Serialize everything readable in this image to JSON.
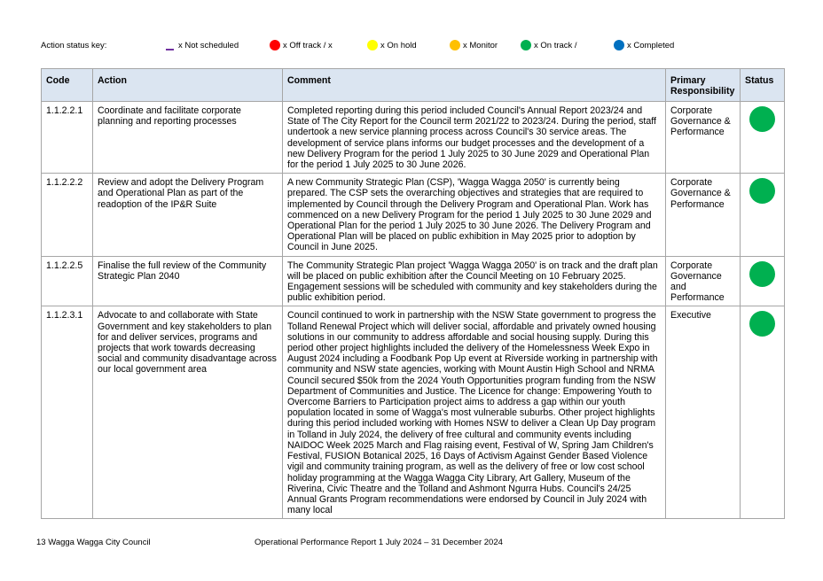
{
  "status_key": {
    "label": "Action status key:",
    "items": [
      {
        "label": "x Not scheduled",
        "color": "#7030a0",
        "shape": "dash"
      },
      {
        "label": "x Off track / x",
        "color": "#ff0000",
        "shape": "circle"
      },
      {
        "label": "x On hold",
        "color": "#ffff00",
        "shape": "circle"
      },
      {
        "label": "x Monitor",
        "color": "#ffc000",
        "shape": "circle"
      },
      {
        "label": "x On track /",
        "color": "#00b050",
        "shape": "circle"
      },
      {
        "label": "x Completed",
        "color": "#0070c0",
        "shape": "circle"
      }
    ]
  },
  "table": {
    "headers": {
      "code": "Code",
      "action": "Action",
      "comment": "Comment",
      "responsibility": "Primary Responsibility",
      "status": "Status"
    },
    "rows": [
      {
        "code": "1.1.2.2.1",
        "action": "Coordinate and facilitate corporate planning and reporting processes",
        "comment": "Completed reporting during this period included Council's Annual Report 2023/24 and State of The City Report for the Council term 2021/22 to 2023/24. During the period, staff undertook a new service planning process across Council's 30 service areas. The development of service plans informs our budget processes and the development of a new Delivery Program for the period 1 July 2025 to 30 June 2029 and Operational Plan for the period 1 July 2025 to 30 June 2026.",
        "responsibility": "Corporate Governance & Performance",
        "status_color": "#00b050"
      },
      {
        "code": "1.1.2.2.2",
        "action": "Review and adopt the Delivery Program and Operational Plan as part of the readoption of the IP&R Suite",
        "comment": "A new Community Strategic Plan (CSP), 'Wagga Wagga 2050' is currently being prepared. The CSP sets the overarching objectives and strategies that are required to implemented by Council through the Delivery Program and Operational Plan. Work has commenced on a new Delivery Program for the period 1 July 2025 to 30 June 2029 and Operational Plan for the period 1 July 2025 to 30 June 2026. The Delivery Program and Operational Plan will be placed on public exhibition in May 2025 prior to adoption by Council in June 2025.",
        "responsibility": "Corporate Governance & Performance",
        "status_color": "#00b050"
      },
      {
        "code": "1.1.2.2.5",
        "action": "Finalise the full review of the Community Strategic Plan 2040",
        "comment": "The Community Strategic Plan project 'Wagga Wagga 2050' is on track and the draft plan will be placed on public exhibition after the Council Meeting on 10 February 2025. Engagement sessions will be scheduled with community and key stakeholders during the public exhibition period.",
        "responsibility": "Corporate Governance and Performance",
        "status_color": "#00b050"
      },
      {
        "code": "1.1.2.3.1",
        "action": "Advocate to and collaborate with State Government and key stakeholders to plan for and deliver services, programs and projects that work towards decreasing social and community disadvantage across our local government area",
        "comment": "Council continued to work in partnership with the NSW State government to progress the Tolland Renewal Project which will deliver social, affordable and privately owned housing solutions in our community to address affordable and social housing supply. During this period other project highlights included the delivery of the Homelessness Week Expo in August 2024 including a Foodbank Pop Up event at Riverside working in partnership with community and NSW state agencies, working with Mount Austin High School and NRMA Council secured $50k from the 2024 Youth Opportunities program funding from the NSW Department of Communities and Justice. The Licence for change: Empowering Youth to Overcome Barriers to Participation project aims to address a gap within our youth population located in some of Wagga's most vulnerable suburbs. Other project highlights during this period included working with Homes NSW to deliver a Clean Up Day program in Tolland in July 2024, the delivery of free cultural and community events including NAIDOC Week 2025 March and Flag raising event, Festival of W, Spring Jam Children's Festival, FUSION Botanical 2025, 16 Days of Activism Against Gender Based Violence vigil and community training program, as well as the delivery of free or low cost school holiday programming at the Wagga Wagga City Library, Art Gallery, Museum of the Riverina, Civic Theatre and the Tolland and Ashmont Ngurra Hubs. Council's 24/25 Annual Grants Program recommendations were endorsed by Council in July 2024 with many local",
        "responsibility": "Executive",
        "status_color": "#00b050"
      }
    ]
  },
  "footer": {
    "page": "13  Wagga Wagga City Council",
    "report": "Operational Performance Report 1 July 2024 – 31 December 2024"
  }
}
